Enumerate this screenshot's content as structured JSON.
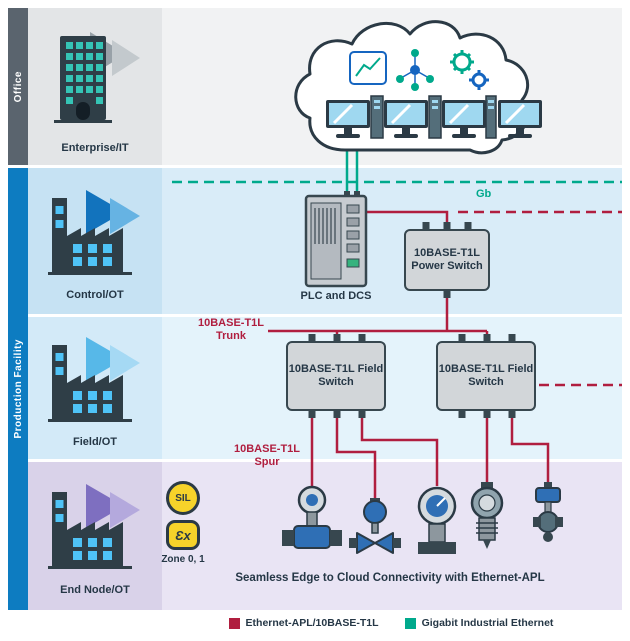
{
  "sidebar": {
    "office": "Office",
    "production": "Production Facility"
  },
  "rows": {
    "enterprise": "Enterprise/IT",
    "control": "Control/OT",
    "field": "Field/OT",
    "endnode": "End Node/OT"
  },
  "nodes": {
    "plc": "PLC and DCS",
    "power_switch": "10BASE-T1L Power Switch",
    "field_switch_1": "10BASE-T1L Field Switch",
    "field_switch_2": "10BASE-T1L Field Switch"
  },
  "labels": {
    "trunk": "10BASE-T1L Trunk",
    "spur": "10BASE-T1L Spur",
    "gb": "Gb",
    "sil": "SIL",
    "ex": "Ɛx",
    "zone": "Zone 0, 1",
    "tagline": "Seamless Edge to Cloud Connectivity with Ethernet-APL"
  },
  "legend": {
    "apl": "Ethernet-APL/10BASE-T1L",
    "gigabit": "Gigabit Industrial Ethernet"
  },
  "colors": {
    "apl_red": "#b01e3f",
    "gigabit_teal": "#00a98c",
    "production_blue": "#0d7cc1",
    "office_gray": "#5a646e",
    "dark_slate": "#2b3a45"
  }
}
